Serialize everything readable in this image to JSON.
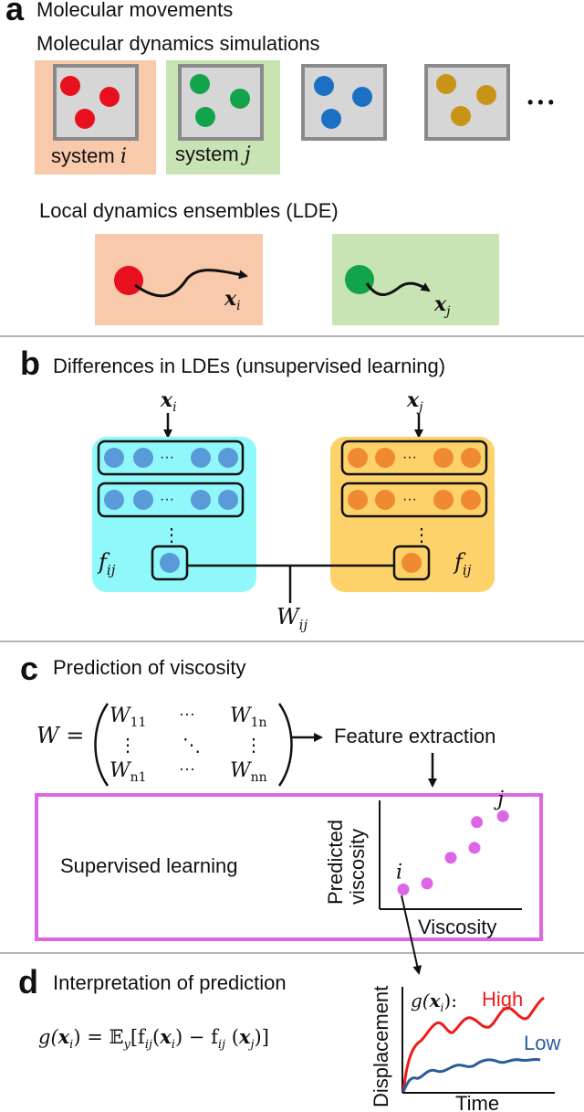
{
  "colors": {
    "red": "#e8101e",
    "green": "#12a44a",
    "blue": "#1b70c4",
    "gold": "#c89418",
    "salmon_bg": "#f8c9ab",
    "green_bg": "#c8e4b4",
    "grey_box": "#d6d6d6",
    "cyan_bg": "#90f8fa",
    "orange_bg": "#fdd26b",
    "node_blue": "#5b9ad8",
    "node_orange": "#f08a30",
    "magenta": "#dc66e6",
    "curve_red": "#ee1c1c",
    "curve_blue": "#2b5d9a"
  },
  "panel_a": {
    "letter": "a",
    "title": "Molecular movements",
    "subtitle": "Molecular dynamics simulations",
    "system_i": "system",
    "system_i_var": "i",
    "system_j": "system",
    "system_j_var": "j",
    "ellipsis": "• • •",
    "lde_title": "Local dynamics ensembles (LDE)",
    "xi": "x",
    "xi_sub": "i",
    "xj": "x",
    "xj_sub": "j"
  },
  "panel_b": {
    "letter": "b",
    "title": "Differences in LDEs (unsupervised learning)",
    "in_left": "x",
    "in_left_sub": "i",
    "in_right": "x",
    "in_right_sub": "j",
    "dots": "···",
    "vdots": "⋮",
    "f_left": "f",
    "f_left_sub": "ij",
    "f_right": "f",
    "f_right_sub": "ij",
    "w": "W",
    "w_sub": "ij"
  },
  "panel_c": {
    "letter": "c",
    "title": "Prediction of viscosity",
    "w_eq": "W =",
    "m11": "W",
    "m11_sub": "11",
    "m1n": "W",
    "m1n_sub": "1n",
    "mn1": "W",
    "mn1_sub": "n1",
    "mnn": "W",
    "mnn_sub": "nn",
    "hdots": "···",
    "vdots": "⋮",
    "ddots": "⋱",
    "feature": "Feature extraction",
    "supervised": "Supervised learning",
    "ylabel1": "Predicted",
    "ylabel2": "viscosity",
    "xlabel": "Viscosity",
    "pt_i": "i",
    "pt_j": "j"
  },
  "panel_d": {
    "letter": "d",
    "title": "Interpretation of prediction",
    "formula_g": "g(",
    "formula_x": "x",
    "formula_i": "i",
    "formula_mid": ") = 𝔼",
    "formula_y": "y",
    "formula_rest1": "[f",
    "formula_ij1": "ij",
    "formula_rest2": "(",
    "formula_rest3": ") − f",
    "formula_ij2": "ij",
    "formula_rest4": " (",
    "formula_j": "j",
    "formula_end": ")]",
    "ylabel": "Displacement",
    "xlabel": "Time",
    "legend_prefix": "g(",
    "legend_x": "x",
    "legend_i": "i",
    "legend_suffix": "):",
    "high": "High",
    "low": "Low"
  },
  "chart_data": {
    "type": "scatter",
    "xlabel": "Viscosity",
    "ylabel": "Predicted viscosity",
    "points": [
      {
        "x": 1,
        "y": 1,
        "label": "i"
      },
      {
        "x": 2,
        "y": 1.3,
        "label": ""
      },
      {
        "x": 3,
        "y": 2.6,
        "label": ""
      },
      {
        "x": 4,
        "y": 3.1,
        "label": ""
      },
      {
        "x": 4.1,
        "y": 4.4,
        "label": ""
      },
      {
        "x": 5.2,
        "y": 4.7,
        "label": "j"
      }
    ],
    "xlim": [
      0,
      6
    ],
    "ylim": [
      0,
      5.5
    ]
  }
}
